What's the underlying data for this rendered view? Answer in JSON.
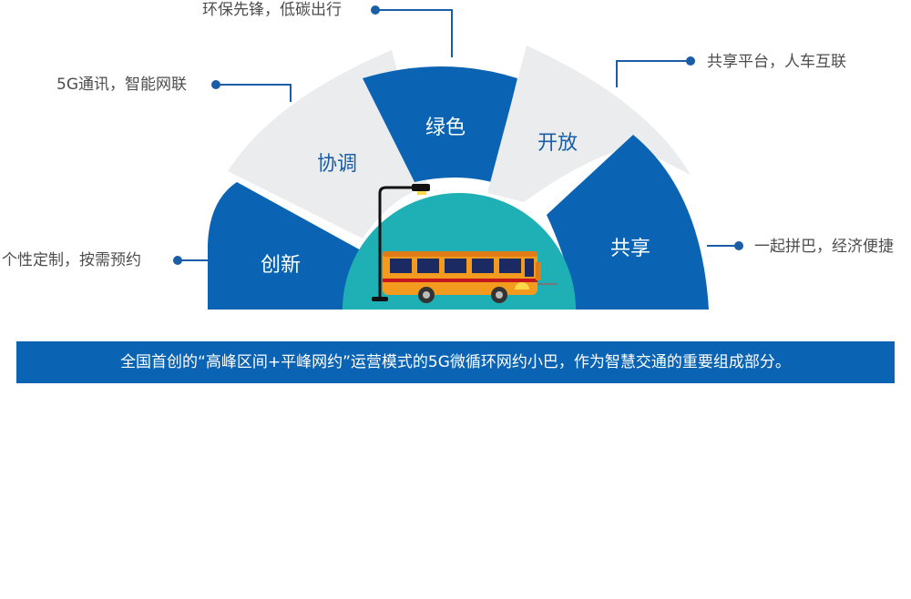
{
  "segments": [
    {
      "label": "创新"
    },
    {
      "label": "协调"
    },
    {
      "label": "绿色"
    },
    {
      "label": "开放"
    },
    {
      "label": "共享"
    }
  ],
  "callouts": [
    {
      "text": "个性定制，按需预约"
    },
    {
      "text": "5G通讯，智能网联"
    },
    {
      "text": "环保先锋，低碳出行"
    },
    {
      "text": "共享平台，人车互联"
    },
    {
      "text": "一起拼巴，经济便捷"
    }
  ],
  "banner": {
    "text": "全国首创的“高峰区间+平峰网约”运营模式的5G微循环网约小巴，作为智慧交通的重要组成部分。"
  },
  "colors": {
    "blue": "#0b64b3",
    "grey": "#ebeced",
    "teal": "#1fb0b5",
    "bus": "#f39b1f",
    "text": "#4d4d4d"
  }
}
